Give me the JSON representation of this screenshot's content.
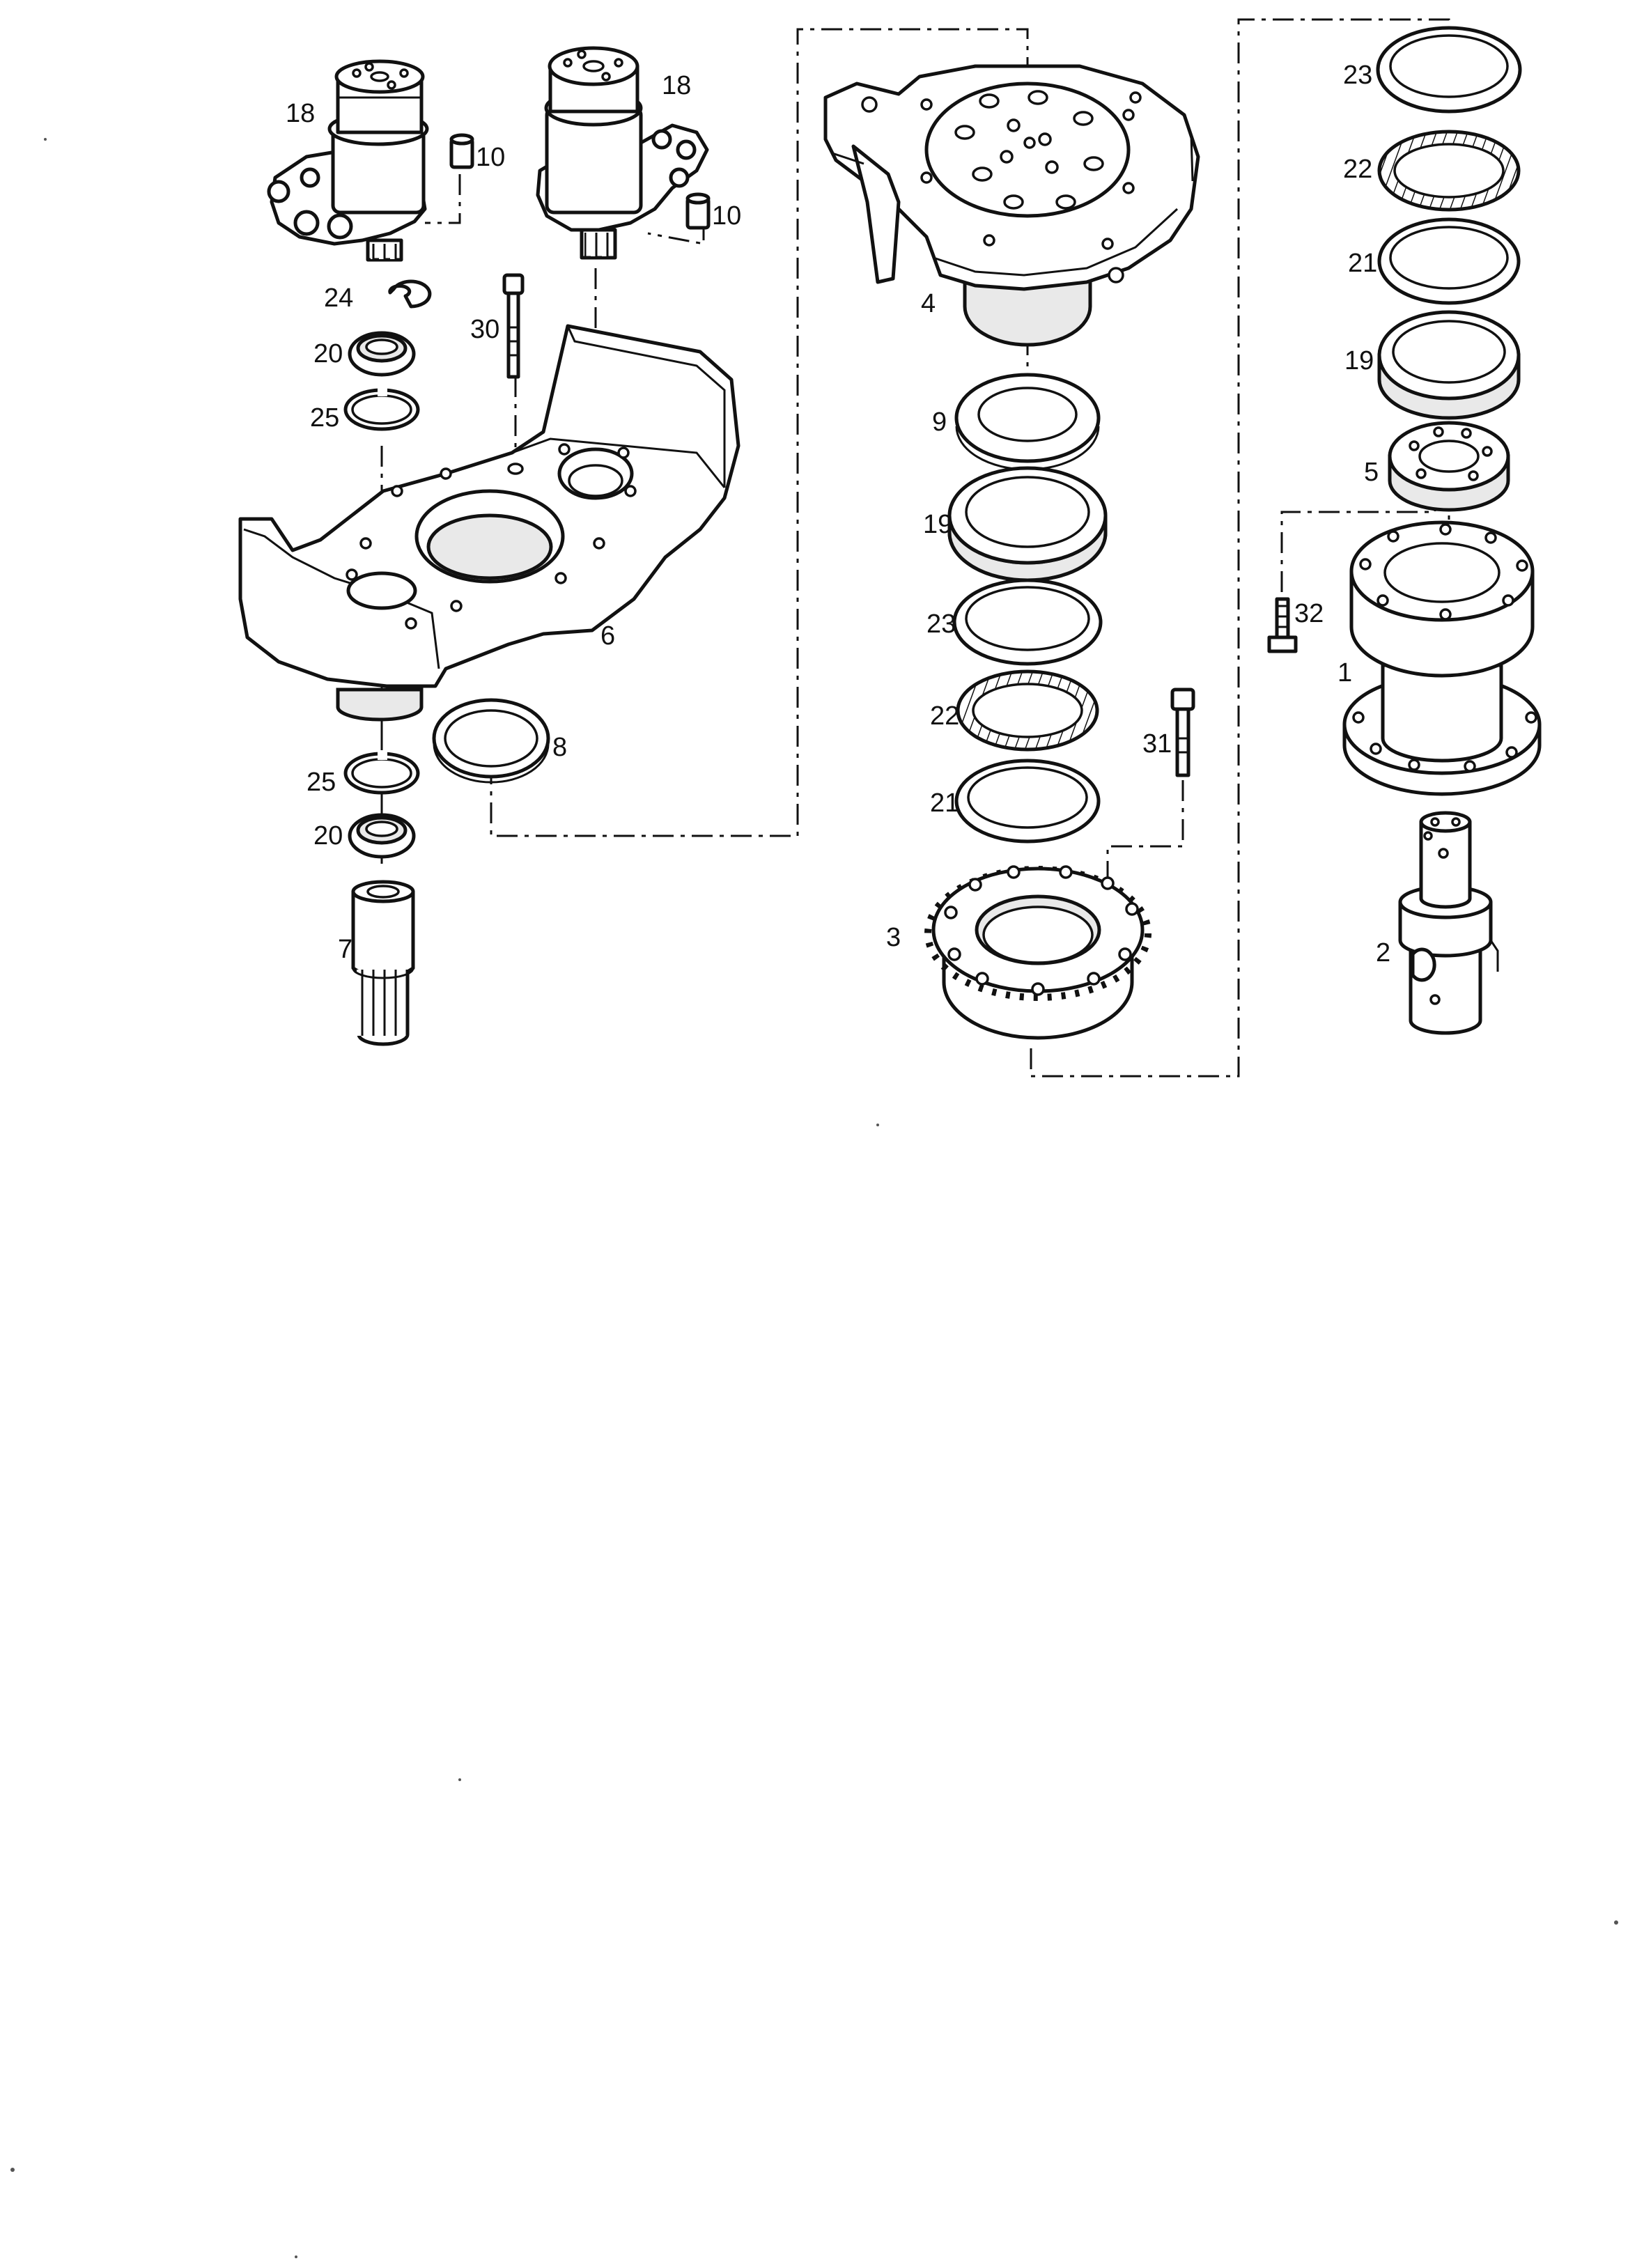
{
  "diagram": {
    "labels": {
      "p1": "1",
      "p2": "2",
      "p3": "3",
      "p4": "4",
      "p5": "5",
      "p6": "6",
      "p7": "7",
      "p8": "8",
      "p9": "9",
      "p10_left": "10",
      "p10_right": "10",
      "p18_left": "18",
      "p18_right": "18",
      "p19_center": "19",
      "p19_right": "19",
      "p20_upper": "20",
      "p20_lower": "20",
      "p21_center": "21",
      "p21_right": "21",
      "p22_center": "22",
      "p22_right": "22",
      "p23_center": "23",
      "p23_right": "23",
      "p24": "24",
      "p25_upper": "25",
      "p25_lower": "25",
      "p30": "30",
      "p31": "31",
      "p32": "32"
    }
  }
}
